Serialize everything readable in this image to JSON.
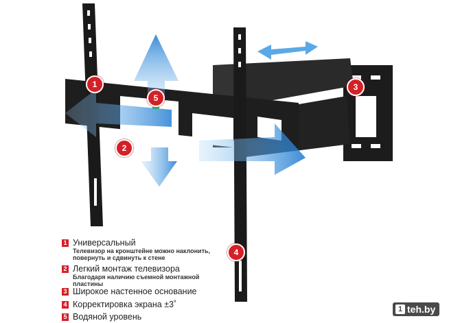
{
  "badges": [
    "1",
    "2",
    "3",
    "4",
    "5"
  ],
  "features": [
    {
      "num": "1",
      "title": "Универсальный",
      "sub": "Телевизор на кронштейне можно наклонить, повернуть и сдвинуть к стене"
    },
    {
      "num": "2",
      "title": "Легкий монтаж телевизора",
      "sub": "Благодаря наличию съемной монтажной пластины"
    },
    {
      "num": "3",
      "title": "Широкое настенное основание"
    },
    {
      "num": "4",
      "title": "Корректировка экрана ±3˚"
    },
    {
      "num": "5",
      "title": "Водяной уровень"
    }
  ],
  "logo": {
    "mark": "1",
    "text": "teh.by"
  },
  "colors": {
    "accent": "#d42027",
    "arrow": "#3a8fd9",
    "metal": "#1c1c1c"
  }
}
